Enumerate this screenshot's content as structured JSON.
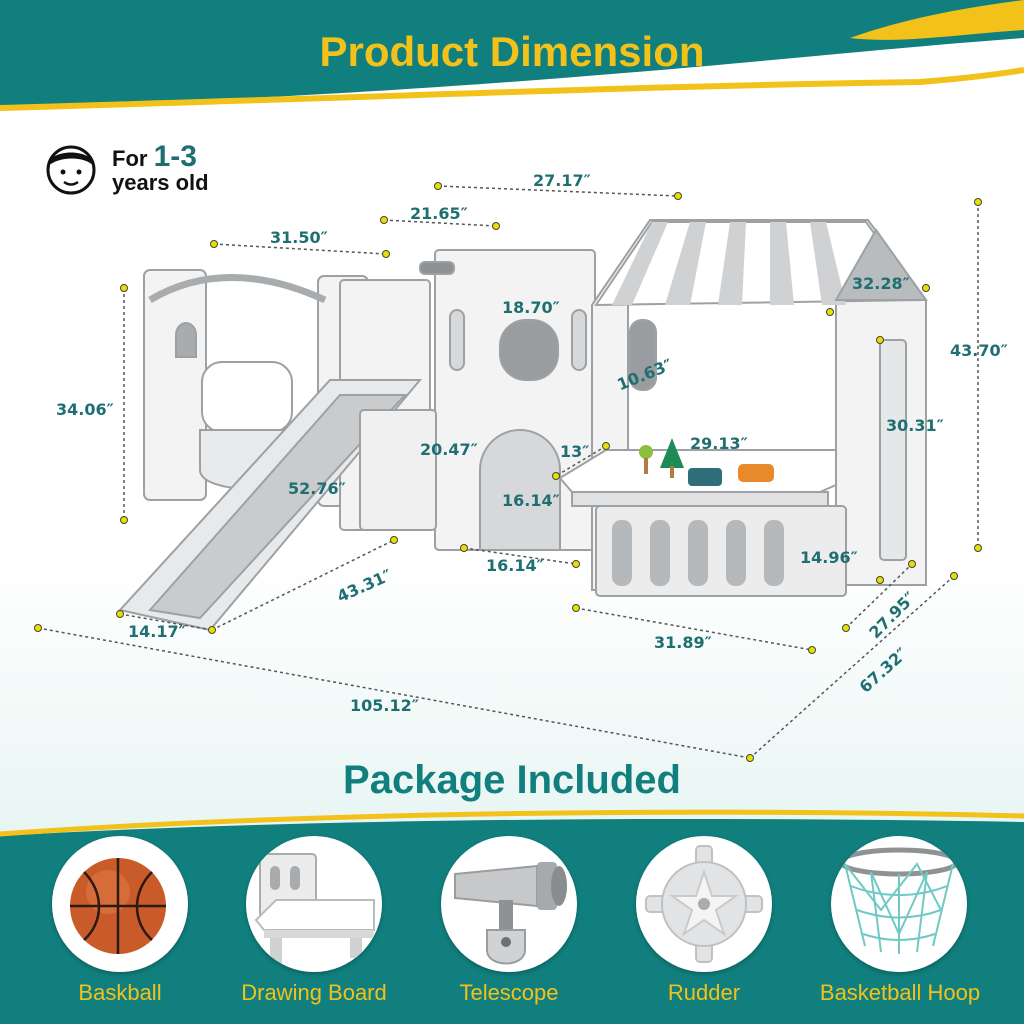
{
  "colors": {
    "teal": "#117f7d",
    "gold": "#f2c21b",
    "dim_text": "#1f6f72",
    "dot": "#e8e000",
    "playset_white": "#f3f3f3",
    "playset_gray": "#a9acae"
  },
  "header": {
    "title": "Product Dimension"
  },
  "age_badge": {
    "prefix": "For ",
    "range": "1-3",
    "suffix": "years old",
    "icon": "child-face-icon"
  },
  "dimensions": {
    "top_width": "27.17″",
    "tower_width": "21.65″",
    "swing_width": "31.50″",
    "tower_window_height": "18.70″",
    "roof_width": "32.28″",
    "total_height": "43.70″",
    "swing_height": "34.06″",
    "window_depth": "10.63″",
    "house_height": "30.31″",
    "tower_base_height": "20.47″",
    "table_depth": "13″",
    "table_width": "29.13″",
    "slide_length": "52.76″",
    "arch_height": "16.14″",
    "arch_width": "16.14″",
    "table_height": "14.96″",
    "slide_run": "43.31″",
    "house_depth": "27.95″",
    "slide_width": "14.17″",
    "fence_length": "31.89″",
    "overall_depth": "67.32″",
    "overall_length": "105.12″"
  },
  "package": {
    "title": "Package Included",
    "items": [
      {
        "label": "Baskball",
        "icon": "basketball-icon"
      },
      {
        "label": "Drawing Board",
        "icon": "drawing-board-icon"
      },
      {
        "label": "Telescope",
        "icon": "telescope-icon"
      },
      {
        "label": "Rudder",
        "icon": "rudder-icon"
      },
      {
        "label": "Basketball Hoop",
        "icon": "basketball-hoop-icon"
      }
    ]
  }
}
